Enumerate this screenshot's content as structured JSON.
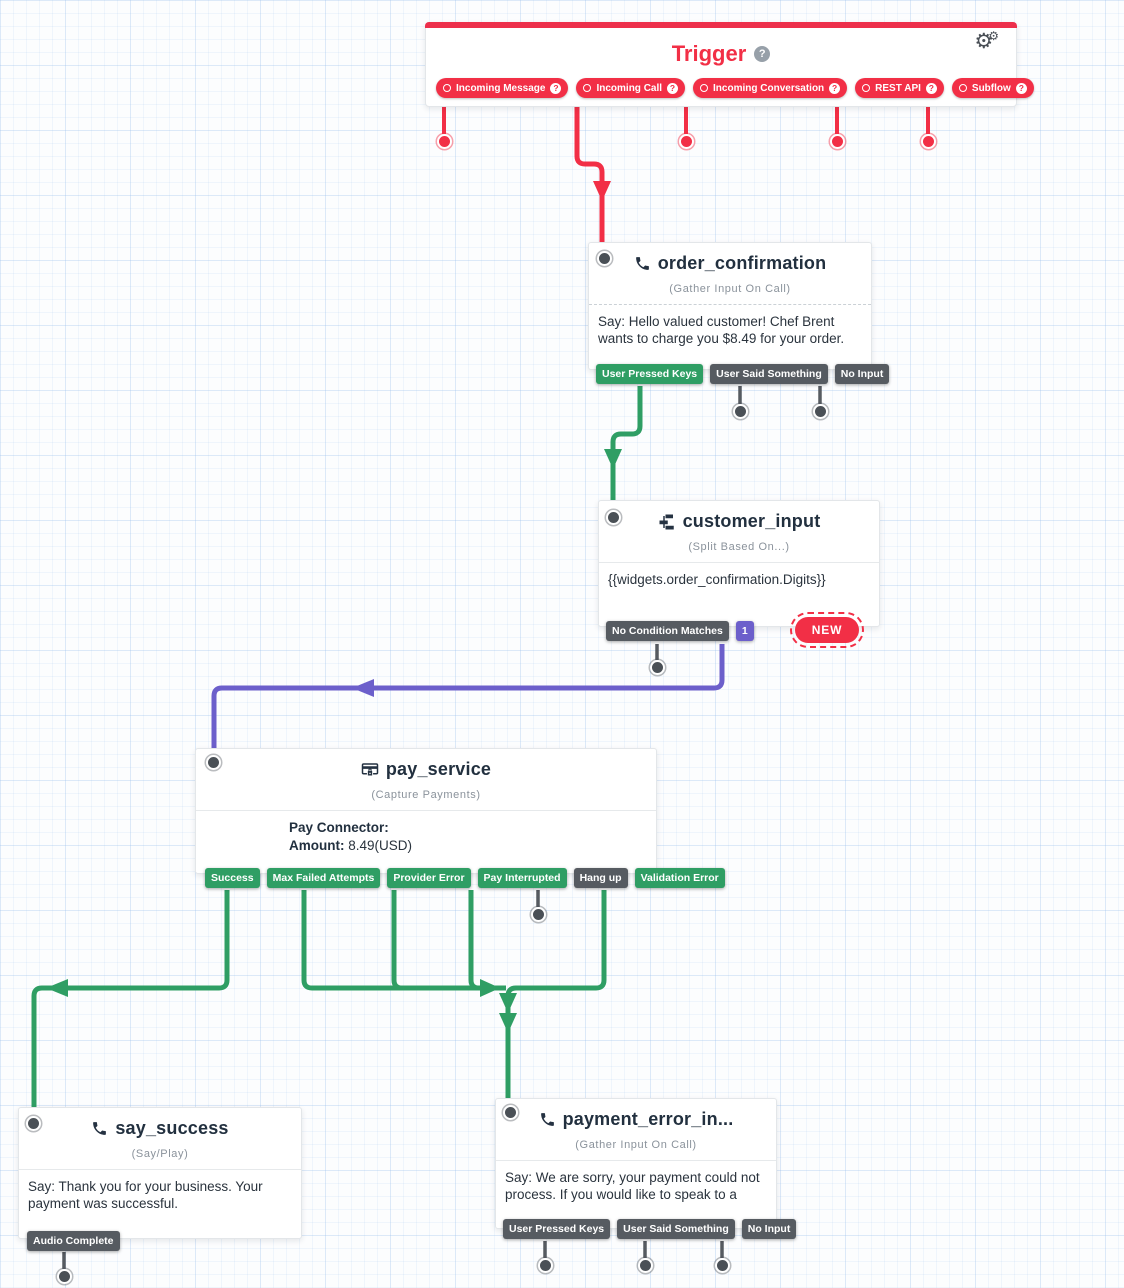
{
  "trigger": {
    "title": "Trigger",
    "pills": [
      {
        "label": "Incoming Message"
      },
      {
        "label": "Incoming Call"
      },
      {
        "label": "Incoming Conversation"
      },
      {
        "label": "REST API"
      },
      {
        "label": "Subflow"
      }
    ]
  },
  "widgets": {
    "order_confirmation": {
      "title": "order_confirmation",
      "type": "(Gather Input On Call)",
      "body": "Say: Hello valued customer! Chef Brent wants to charge you $8.49 for your order.",
      "buttons": [
        {
          "label": "User Pressed Keys"
        },
        {
          "label": "User Said Something"
        },
        {
          "label": "No Input"
        }
      ]
    },
    "customer_input": {
      "title": "customer_input",
      "type": "(Split Based On...)",
      "body": "{{widgets.order_confirmation.Digits}}",
      "buttons": [
        {
          "label": "No Condition Matches"
        },
        {
          "label": "1"
        }
      ],
      "new_badge": "NEW"
    },
    "pay_service": {
      "title": "pay_service",
      "type": "(Capture Payments)",
      "pay_connector_label": "Pay Connector:",
      "amount_label": "Amount:",
      "amount_value": " 8.49(USD)",
      "buttons": [
        {
          "label": "Success"
        },
        {
          "label": "Max Failed Attempts"
        },
        {
          "label": "Provider Error"
        },
        {
          "label": "Pay Interrupted"
        },
        {
          "label": "Hang up"
        },
        {
          "label": "Validation Error"
        }
      ]
    },
    "say_success": {
      "title": "say_success",
      "type": "(Say/Play)",
      "body": "Say: Thank you for your business. Your payment was successful.",
      "buttons": [
        {
          "label": "Audio Complete"
        }
      ]
    },
    "payment_error": {
      "title": "payment_error_in...",
      "type": "(Gather Input On Call)",
      "body": "Say: We are sorry, your payment could not process. If you would like to speak to a",
      "buttons": [
        {
          "label": "User Pressed Keys"
        },
        {
          "label": "User Said Something"
        },
        {
          "label": "No Input"
        }
      ]
    }
  },
  "colors": {
    "red": "#F22F46",
    "green": "#2F9E64",
    "gray": "#565B61",
    "purple": "#6C5FCB"
  }
}
